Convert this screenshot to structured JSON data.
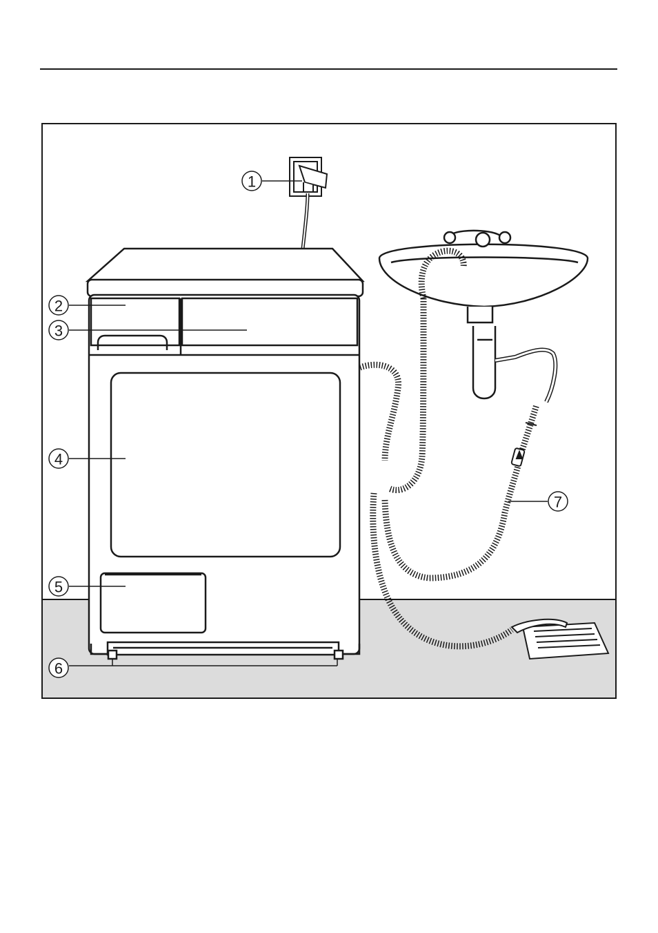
{
  "diagram": {
    "callouts": [
      {
        "id": "1",
        "label": "1"
      },
      {
        "id": "2",
        "label": "2"
      },
      {
        "id": "3",
        "label": "3"
      },
      {
        "id": "4",
        "label": "4"
      },
      {
        "id": "5",
        "label": "5"
      },
      {
        "id": "6",
        "label": "6"
      },
      {
        "id": "7",
        "label": "7"
      }
    ]
  },
  "colors": {
    "line": "#1a1a1a",
    "floor": "#dcdcdc",
    "appliance_fill": "#ffffff"
  }
}
